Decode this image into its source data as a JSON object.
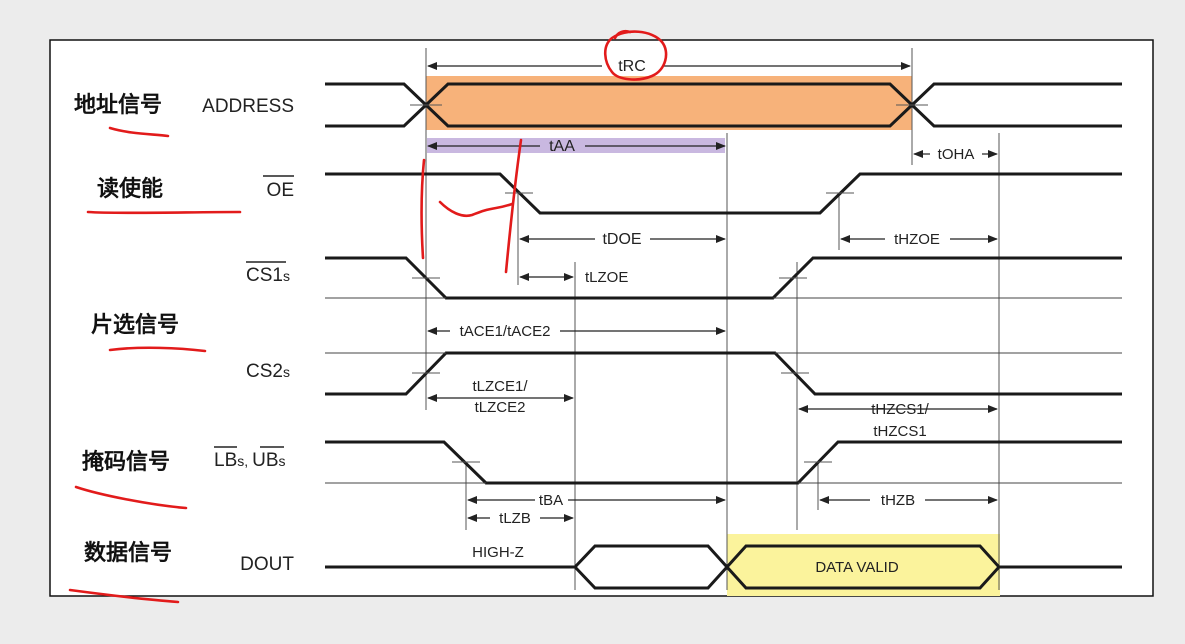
{
  "labels": {
    "address_zh": "地址信号",
    "address_en": "ADDRESS",
    "oe_zh": "读使能",
    "oe_en": "OE",
    "cs1_en": "CS1",
    "cs1_sub": "s",
    "chip_select_zh": "片选信号",
    "cs2_en": "CS2",
    "cs2_sub": "s",
    "mask_zh": "掩码信号",
    "lb_en": "LB",
    "lb_sub": "s,",
    "ub_en": "UB",
    "ub_sub": "s",
    "data_zh": "数据信号",
    "dout_en": "DOUT",
    "high_z": "HIGH-Z",
    "data_valid": "DATA VALID"
  },
  "timings": {
    "trc": "tRC",
    "taa": "tAA",
    "toha": "tOHA",
    "tdoe": "tDOE",
    "thzoe": "tHZOE",
    "tlzoe": "tLZOE",
    "tace": "tACE1/tACE2",
    "tlzce_1": "tLZCE1/",
    "tlzce_2": "tLZCE2",
    "thzcs_1": "tHZCS1/",
    "thzcs_2": "tHZCS1",
    "tba": "tBA",
    "tlzb": "tLZB",
    "thzb": "tHZB"
  },
  "colors": {
    "address_highlight": "#f7b27a",
    "taa_highlight": "#c9b8e0",
    "data_valid_highlight": "#fbf39c",
    "annotation": "#e21b1b"
  }
}
